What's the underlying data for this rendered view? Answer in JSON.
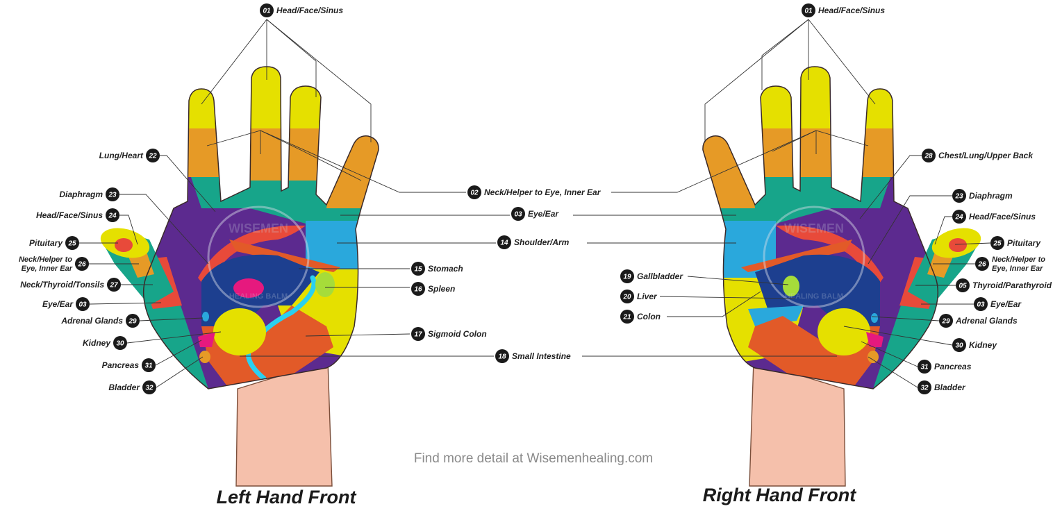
{
  "colors": {
    "yellow": "#e5e000",
    "orange": "#e69a26",
    "teal": "#17a58a",
    "purple": "#5c2a8f",
    "blue": "#2aa8dc",
    "navy": "#1d3f8f",
    "red": "#e84a3a",
    "red_orange": "#e25a28",
    "pink": "#e6197e",
    "lime": "#a6dc3a",
    "skin": "#f5c0ab",
    "label_dot": "#1a1a1a"
  },
  "watermark": {
    "brand": "WISEMEN",
    "sub": "HEALING BALM"
  },
  "footer_text": "Find more detail at Wisemenhealing.com",
  "hands": [
    {
      "caption": "Left Hand Front",
      "labels": [
        {
          "num": "01",
          "text": "Head/Face/Sinus"
        },
        {
          "num": "22",
          "text": "Lung/Heart"
        },
        {
          "num": "23",
          "text": "Diaphragm"
        },
        {
          "num": "24",
          "text": "Head/Face/Sinus"
        },
        {
          "num": "25",
          "text": "Pituitary"
        },
        {
          "num": "26",
          "text": "Neck/Helper to",
          "text2": "Eye, Inner Ear"
        },
        {
          "num": "27",
          "text": "Neck/Thyroid/Tonsils"
        },
        {
          "num": "03",
          "text": "Eye/Ear"
        },
        {
          "num": "29",
          "text": "Adrenal Glands"
        },
        {
          "num": "30",
          "text": "Kidney"
        },
        {
          "num": "31",
          "text": "Pancreas"
        },
        {
          "num": "32",
          "text": "Bladder"
        }
      ]
    },
    {
      "caption": "Right Hand Front",
      "labels": [
        {
          "num": "01",
          "text": "Head/Face/Sinus"
        },
        {
          "num": "28",
          "text": "Chest/Lung/Upper Back"
        },
        {
          "num": "23",
          "text": "Diaphragm"
        },
        {
          "num": "24",
          "text": "Head/Face/Sinus"
        },
        {
          "num": "25",
          "text": "Pituitary"
        },
        {
          "num": "26",
          "text": "Neck/Helper to",
          "text2": "Eye, Inner Ear"
        },
        {
          "num": "05",
          "text": "Thyroid/Parathyroid"
        },
        {
          "num": "03",
          "text": "Eye/Ear"
        },
        {
          "num": "29",
          "text": "Adrenal Glands"
        },
        {
          "num": "30",
          "text": "Kidney"
        },
        {
          "num": "31",
          "text": "Pancreas"
        },
        {
          "num": "32",
          "text": "Bladder"
        },
        {
          "num": "19",
          "text": "Gallbladder"
        },
        {
          "num": "20",
          "text": "Liver"
        },
        {
          "num": "21",
          "text": "Colon"
        }
      ]
    }
  ],
  "center_labels": [
    {
      "num": "02",
      "text": "Neck/Helper to Eye, Inner Ear"
    },
    {
      "num": "03",
      "text": "Eye/Ear"
    },
    {
      "num": "14",
      "text": "Shoulder/Arm"
    },
    {
      "num": "15",
      "text": "Stomach"
    },
    {
      "num": "16",
      "text": "Spleen"
    },
    {
      "num": "17",
      "text": "Sigmoid Colon"
    },
    {
      "num": "18",
      "text": "Small Intestine"
    }
  ]
}
